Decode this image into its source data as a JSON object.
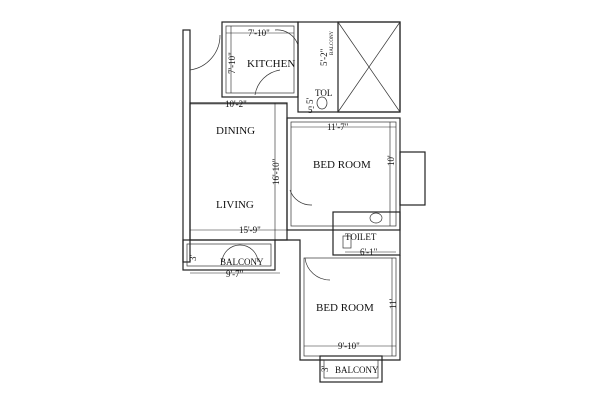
{
  "rooms": {
    "kitchen": "KITCHEN",
    "dining": "DINING",
    "living": "LIVING",
    "bedroom1": "BED ROOM",
    "bedroom2": "BED ROOM",
    "toilet_small": "TOL",
    "toilet": "TOILET",
    "balcony_small": "BALCONY",
    "balcony1": "BALCONY",
    "balcony2": "BALCONY"
  },
  "dimensions": {
    "kitchen_width": "7'-10\"",
    "kitchen_depth": "7'-10\"",
    "dining_width": "10'-2\"",
    "bedroom1_width": "11'-7\"",
    "bedroom1_depth": "10'",
    "living_depth": "16'-10\"",
    "living_width": "15'-9\"",
    "toilet_width": "6'-1\"",
    "balcony1_depth": "3'",
    "balcony1_width": "9'-7\"",
    "bedroom2_depth": "11'",
    "bedroom2_width": "9'-10\"",
    "balcony2_depth": "3'",
    "tol_depth": "5'",
    "tol_width": "5'",
    "balcony_small_depth": "5'-2\""
  }
}
